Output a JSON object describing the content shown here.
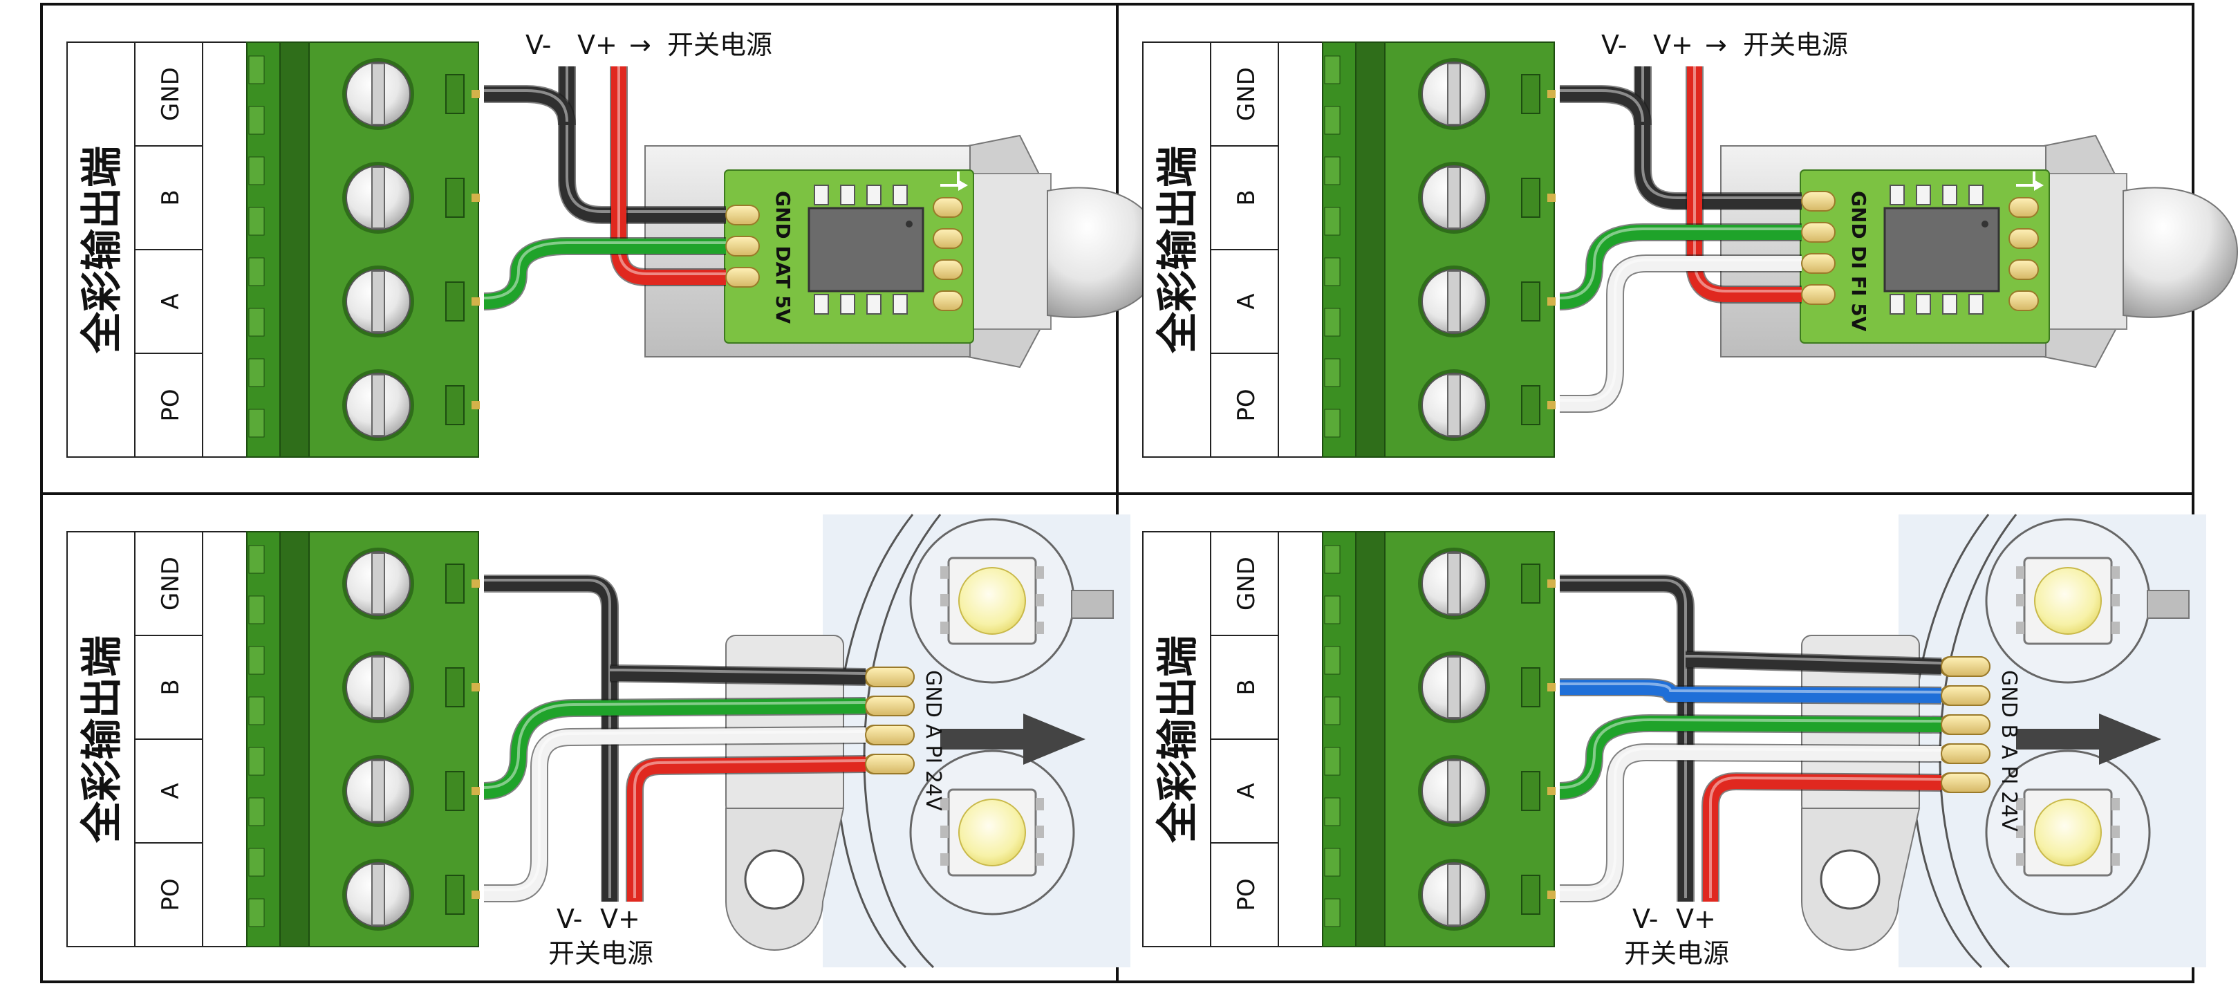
{
  "panels": [
    {
      "side_title": "全彩输出端",
      "terminals": [
        "GND",
        "B",
        "A",
        "PO"
      ],
      "power_labels": {
        "v_minus": "V-",
        "v_plus": "V+",
        "arrow": "→",
        "source": "开关电源"
      },
      "pcb_pins": [
        "GND",
        "DAT",
        "5V"
      ],
      "wire_colors": [
        "#2f2f2f",
        "#1fa32a",
        "#e0281f"
      ]
    },
    {
      "side_title": "全彩输出端",
      "terminals": [
        "GND",
        "B",
        "A",
        "PO"
      ],
      "power_labels": {
        "v_minus": "V-",
        "v_plus": "V+",
        "arrow": "→",
        "source": "开关电源"
      },
      "pcb_pins": [
        "GND",
        "DI",
        "FI",
        "5V"
      ],
      "wire_colors": [
        "#2f2f2f",
        "#1fa32a",
        "#f2f2f2",
        "#e0281f"
      ]
    },
    {
      "side_title": "全彩输出端",
      "terminals": [
        "GND",
        "B",
        "A",
        "PO"
      ],
      "power_labels": {
        "v_minus": "V-",
        "v_plus": "V+",
        "source": "开关电源"
      },
      "strip_pins": [
        "GND",
        "A",
        "PI",
        "24V"
      ],
      "wire_colors": [
        "#2f2f2f",
        "#1fa32a",
        "#f2f2f2",
        "#e0281f"
      ]
    },
    {
      "side_title": "全彩输出端",
      "terminals": [
        "GND",
        "B",
        "A",
        "PO"
      ],
      "power_labels": {
        "v_minus": "V-",
        "v_plus": "V+",
        "source": "开关电源"
      },
      "strip_pins": [
        "GND",
        "B",
        "A",
        "PI",
        "24V"
      ],
      "wire_colors": [
        "#2f2f2f",
        "#1f6fd8",
        "#1fa32a",
        "#f2f2f2",
        "#e0281f"
      ]
    }
  ],
  "colors": {
    "terminal_green": "#4a9a2a",
    "terminal_dark": "#2f6e1a",
    "pcb_green": "#7cc242",
    "chip_grey": "#6b6b6b",
    "housing_grey": "#d9d9d9",
    "led_yellow": "#f7f2a8",
    "frame": "#111111"
  }
}
